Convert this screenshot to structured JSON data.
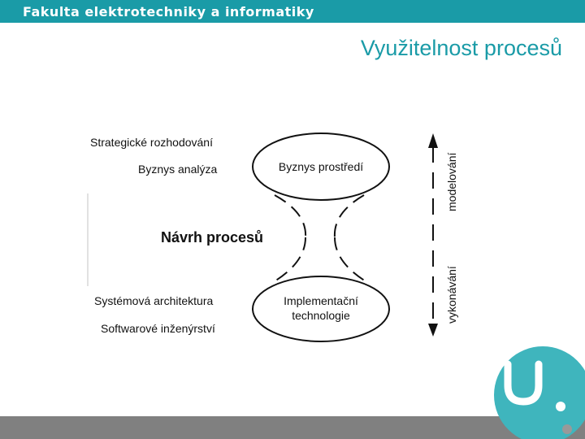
{
  "header": {
    "title": "Fakulta elektrotechniky a informatiky"
  },
  "slide": {
    "title": "Využitelnost procesů"
  },
  "diagram": {
    "left_labels": {
      "top": [
        "Strategické rozhodování",
        "Byznys analýza"
      ],
      "middle": "Návrh procesů",
      "bottom": [
        "Systémová architektura",
        "Softwarové inženýrství"
      ]
    },
    "ellipse_top": "Byznys prostředí",
    "ellipse_bottom_line1": "Implementační",
    "ellipse_bottom_line2": "technologie",
    "arrow_up_label": "modelování",
    "arrow_down_label": "vykonávání"
  },
  "colors": {
    "accent": "#1a9ba7",
    "footer": "#808080"
  },
  "logo": {
    "name": "upce-logo"
  }
}
